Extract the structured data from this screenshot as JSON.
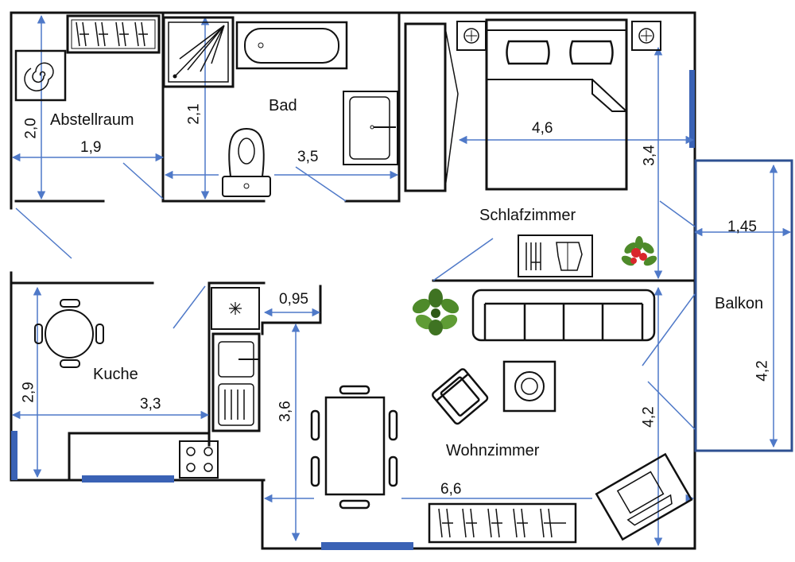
{
  "rooms": {
    "abstellraum": "Abstellraum",
    "bad": "Bad",
    "schlafzimmer": "Schlafzimmer",
    "kueche": "Kuche",
    "wohnzimmer": "Wohnzimmer",
    "balkon": "Balkon"
  },
  "dimensions": {
    "abstellraum_height": "2,0",
    "abstellraum_width": "1,9",
    "bad_height": "2,1",
    "bad_width": "3,5",
    "schlafzimmer_width": "4,6",
    "schlafzimmer_height": "3,4",
    "balkon_width": "1,45",
    "balkon_height": "4,2",
    "flur_width": "0,95",
    "kueche_height": "2,9",
    "kueche_width": "3,3",
    "wohnzimmer_height_left": "3,6",
    "wohnzimmer_height_right": "4,2",
    "wohnzimmer_width": "6,6"
  },
  "colors": {
    "wall": "#111111",
    "window": "#3a62b5",
    "dimension_line": "#4f79c8",
    "plant_green": "#4e8a2a",
    "plant_red": "#d9262b"
  }
}
